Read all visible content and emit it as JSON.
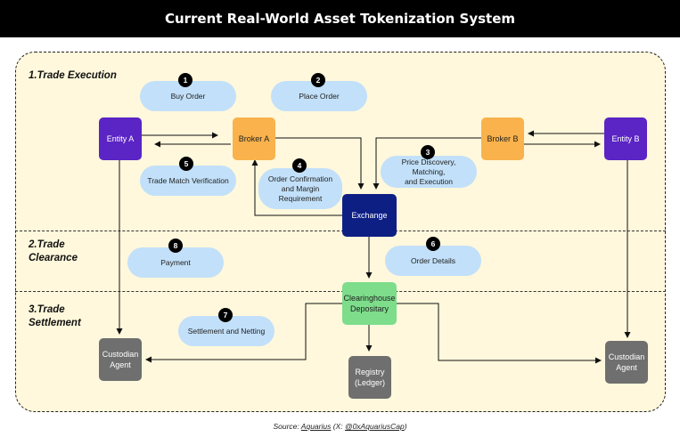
{
  "title": "Current Real-World Asset Tokenization System",
  "sections": {
    "execution": "1.Trade Execution",
    "clearance": [
      "2.Trade",
      "Clearance"
    ],
    "settlement": [
      "3.Trade",
      "Settlement"
    ]
  },
  "nodes": {
    "entity_a": "Entity A",
    "entity_b": "Entity B",
    "broker_a": "Broker A",
    "broker_b": "Broker B",
    "exchange": "Exchange",
    "clearinghouse": [
      "Clearinghouse",
      "Depositary"
    ],
    "custodian_left": [
      "Custodian",
      "Agent"
    ],
    "custodian_right": [
      "Custodian",
      "Agent"
    ],
    "registry": [
      "Registry",
      "(Ledger)"
    ]
  },
  "steps": {
    "s1": {
      "num": "1",
      "label": "Buy Order"
    },
    "s2": {
      "num": "2",
      "label": "Place Order"
    },
    "s3": {
      "num": "3",
      "label": [
        "Price Discovery, Matching,",
        "and Execution"
      ]
    },
    "s4": {
      "num": "4",
      "label": [
        "Order Confirmation",
        "and Margin",
        "Requirement"
      ]
    },
    "s5": {
      "num": "5",
      "label": "Trade Match Verification"
    },
    "s6": {
      "num": "6",
      "label": "Order Details"
    },
    "s7": {
      "num": "7",
      "label": "Settlement and Netting"
    },
    "s8": {
      "num": "8",
      "label": "Payment"
    }
  },
  "footer": {
    "prefix": "Source: ",
    "source": "Aquarius",
    "middle": " (X: ",
    "handle": "@0xAquariusCap",
    "suffix": ")"
  },
  "colors": {
    "entity": "#5b24c4",
    "broker": "#f9b24c",
    "exchange": "#0e1f84",
    "clearinghouse": "#7ddd8b",
    "custodian": "#6f6f6f",
    "bubble": "#c2e0f9",
    "frame": "#fff8dc"
  }
}
